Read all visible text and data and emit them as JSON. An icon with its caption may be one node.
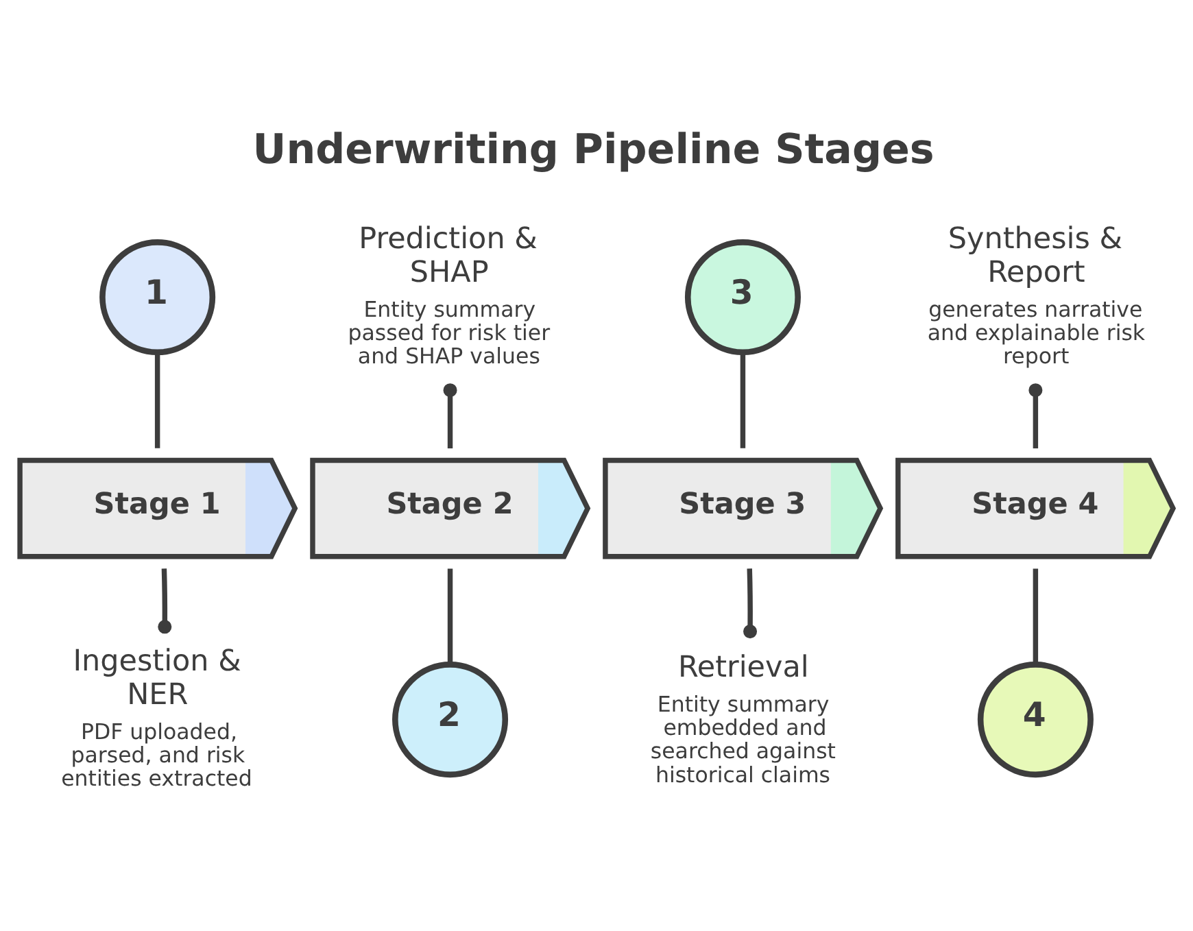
{
  "diagram": {
    "title": "Underwriting Pipeline Stages",
    "nodes": [
      {
        "text": [
          "Stage 1"
        ]
      },
      {
        "text": [
          "Stage 2"
        ]
      },
      {
        "text": [
          "Stage 3"
        ]
      },
      {
        "text": [
          "Stage 4"
        ]
      },
      {
        "text": [
          "1"
        ]
      },
      {
        "text": [
          "2"
        ]
      },
      {
        "text": [
          "3"
        ]
      },
      {
        "text": [
          "4"
        ]
      },
      {
        "text": [
          "Ingestion & NER",
          "PDF uploaded, parsed, and risk entities extracted"
        ]
      },
      {
        "text": [
          "Prediction & SHAP",
          "Entity summary passed for risk tier and SHAP values"
        ]
      },
      {
        "text": [
          "Retrieval",
          "Entity summary embedded and searched against historical claims"
        ]
      },
      {
        "text": [
          "Synthesis & Report",
          "generates narrative and explainable risk report"
        ]
      }
    ],
    "edges": [
      {
        "from": 4,
        "to": 0,
        "arrow": "none"
      },
      {
        "from": 8,
        "to": 0,
        "arrow": "other"
      },
      {
        "from": 1,
        "to": 5,
        "arrow": "none"
      },
      {
        "from": 9,
        "to": 1,
        "arrow": "other"
      },
      {
        "from": 6,
        "to": 2,
        "arrow": "none"
      },
      {
        "from": 10,
        "to": 2,
        "arrow": "other"
      },
      {
        "from": 3,
        "to": 7,
        "arrow": "none"
      },
      {
        "from": 11,
        "to": 3,
        "arrow": "other"
      }
    ]
  }
}
